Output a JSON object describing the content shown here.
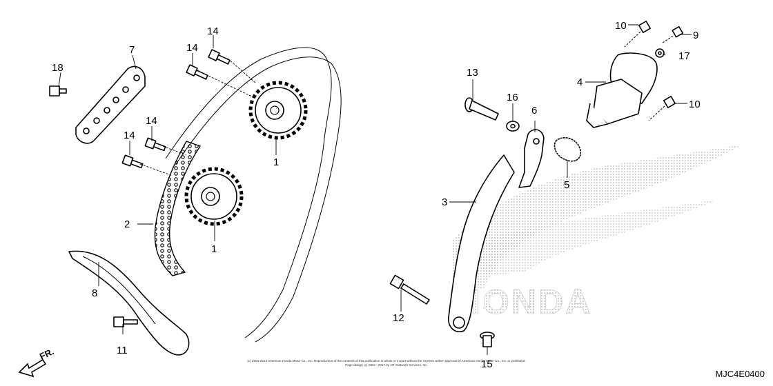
{
  "callouts": [
    {
      "id": "c1a",
      "text": "1"
    },
    {
      "id": "c1b",
      "text": "1"
    },
    {
      "id": "c2",
      "text": "2"
    },
    {
      "id": "c3",
      "text": "3"
    },
    {
      "id": "c4",
      "text": "4"
    },
    {
      "id": "c5",
      "text": "5"
    },
    {
      "id": "c6",
      "text": "6"
    },
    {
      "id": "c7",
      "text": "7"
    },
    {
      "id": "c8",
      "text": "8"
    },
    {
      "id": "c9",
      "text": "9"
    },
    {
      "id": "c10a",
      "text": "10"
    },
    {
      "id": "c10b",
      "text": "10"
    },
    {
      "id": "c11",
      "text": "11"
    },
    {
      "id": "c12",
      "text": "12"
    },
    {
      "id": "c13",
      "text": "13"
    },
    {
      "id": "c14a",
      "text": "14"
    },
    {
      "id": "c14b",
      "text": "14"
    },
    {
      "id": "c14c",
      "text": "14"
    },
    {
      "id": "c14d",
      "text": "14"
    },
    {
      "id": "c15",
      "text": "15"
    },
    {
      "id": "c16",
      "text": "16"
    },
    {
      "id": "c17",
      "text": "17"
    },
    {
      "id": "c18",
      "text": "18"
    }
  ],
  "direction_label": "FR.",
  "logo_text": "HONDA",
  "copyright_line1": "(c) 2003-2013 American Honda Motor Co., Inc. Reproduction of the contents of this publication in whole or in part without the express written approval of American Honda Motor Co., Inc. is prohibited.",
  "copyright_line2": "Page design (c) 2004 - 2017 by ARI Network Services, Inc.",
  "figure_code": "MJC4E0400"
}
